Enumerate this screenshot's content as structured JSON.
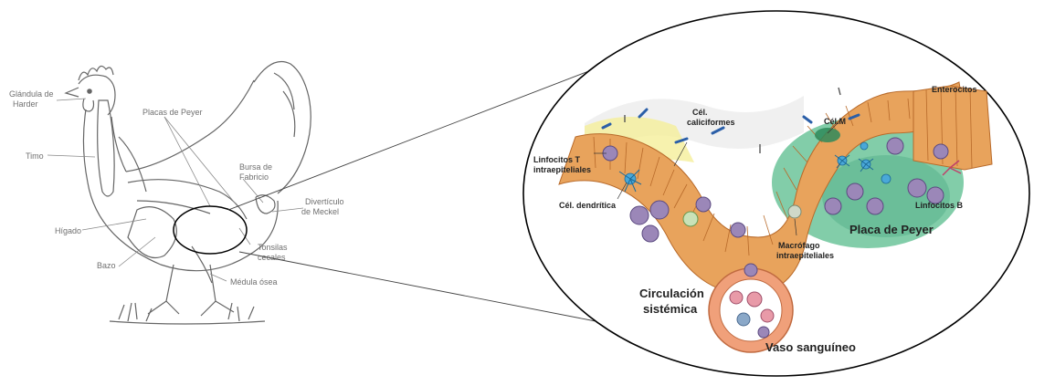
{
  "left_labels": {
    "glandula_line1": "Glándula de",
    "glandula_line2": "Harder",
    "timo": "Timo",
    "placas": "Placas de Peyer",
    "bursa_line1": "Bursa de",
    "bursa_line2": "Fabricio",
    "diverticulo_line1": "Divertículo",
    "diverticulo_line2": "de Meckel",
    "higado": "Hígado",
    "tonsilas_line1": "Tonsilas",
    "tonsilas_line2": "cecales",
    "bazo": "Bazo",
    "medula": "Médula ósea"
  },
  "right_labels": {
    "enterocitos": "Enterocitos",
    "cel_calic_line1": "Cél.",
    "cel_calic_line2": "caliciformes",
    "cel_m": "Cél.M",
    "linfo_t_line1": "Linfocitos T",
    "linfo_t_line2": "intraepiteliales",
    "cel_dendritica": "Cél. dendrítica",
    "linfocitos_b": "Linfocitos B",
    "placa_peyer": "Placa de Peyer",
    "macrofago_line1": "Macrófago",
    "macrofago_line2": "intraepiteliales",
    "circulacion_line1": "Circulación",
    "circulacion_line2": "sistémica",
    "vaso": "Vaso sanguíneo"
  },
  "colors": {
    "epithelium": "#e8a35c",
    "peyer_patch": "#6cc49a",
    "vessel": "#f0a07a",
    "outline": "#000000"
  }
}
